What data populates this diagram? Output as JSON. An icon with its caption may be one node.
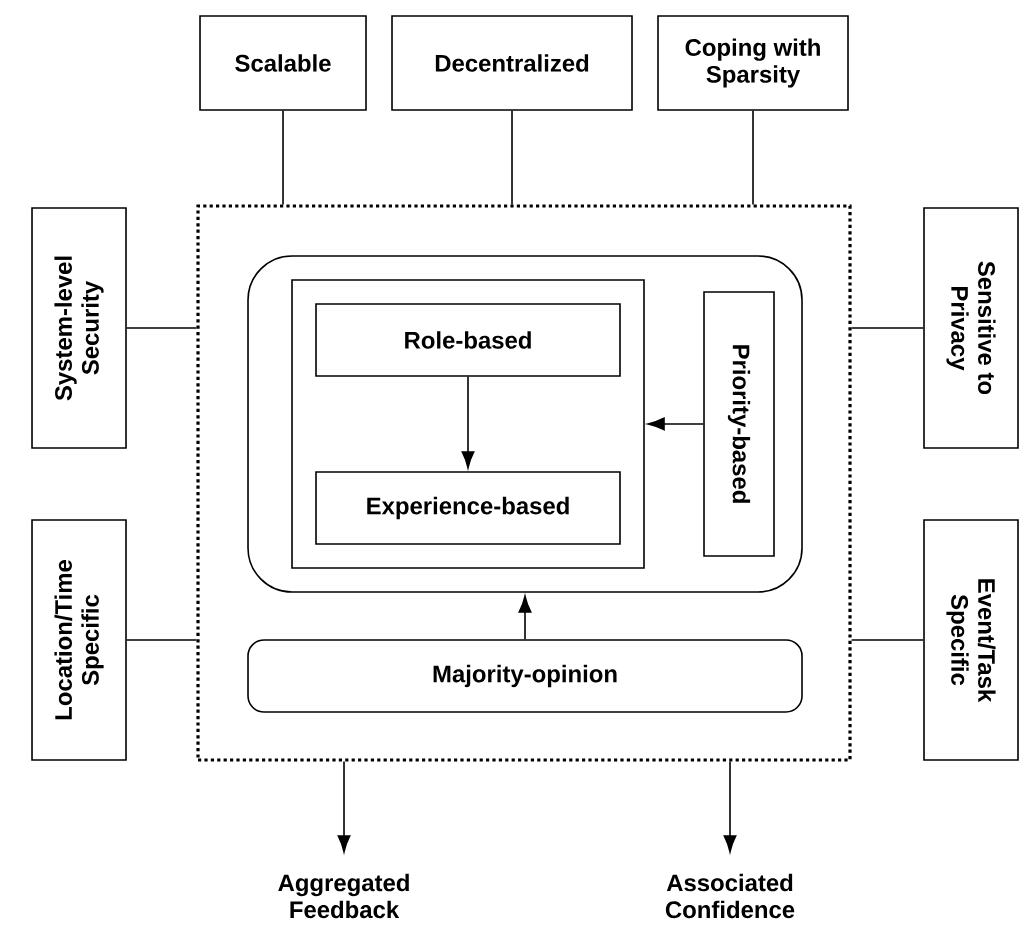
{
  "diagram": {
    "nodes": [
      {
        "text": [
          "Scalable"
        ]
      },
      {
        "text": [
          "Decentralized"
        ]
      },
      {
        "text": [
          "Coping with Sparsity"
        ]
      },
      {
        "text": [
          "System-level Security"
        ]
      },
      {
        "text": [
          "Sensitive to Privacy"
        ]
      },
      {
        "text": [],
        "shape": "box"
      },
      {
        "text": [],
        "shape": "box",
        "in": 5
      },
      {
        "text": [],
        "shape": "box",
        "in": 6
      },
      {
        "text": [
          "Role-based"
        ],
        "in": 7
      },
      {
        "text": [
          "Experience-based"
        ],
        "in": 7
      },
      {
        "text": [
          "Priority-based"
        ],
        "in": 6
      },
      {
        "text": [
          "Majority-opinion"
        ],
        "in": 5
      },
      {
        "text": [
          "Location/Time Specific"
        ]
      },
      {
        "text": [
          "Event/Task Specific"
        ]
      },
      {
        "text": [
          "Aggregated Feedback"
        ]
      },
      {
        "text": [
          "Associated Confidence"
        ]
      }
    ],
    "edges": [
      {
        "from": 0,
        "to": 5,
        "arrow": "none"
      },
      {
        "from": 1,
        "to": 5,
        "arrow": "none"
      },
      {
        "from": 2,
        "to": 5,
        "arrow": "none"
      },
      {
        "from": 3,
        "to": 5,
        "arrow": "none"
      },
      {
        "from": 4,
        "to": 5,
        "arrow": "none"
      },
      {
        "from": 8,
        "to": 9,
        "arrow": "to"
      },
      {
        "from": 10,
        "to": 7,
        "arrow": "to"
      },
      {
        "from": 11,
        "to": 6,
        "arrow": "to"
      },
      {
        "from": 12,
        "to": 5,
        "arrow": "none"
      },
      {
        "from": 13,
        "to": 5,
        "arrow": "none"
      },
      {
        "from": 5,
        "to": 14,
        "arrow": "to"
      },
      {
        "from": 5,
        "to": 15,
        "arrow": "to"
      }
    ]
  }
}
